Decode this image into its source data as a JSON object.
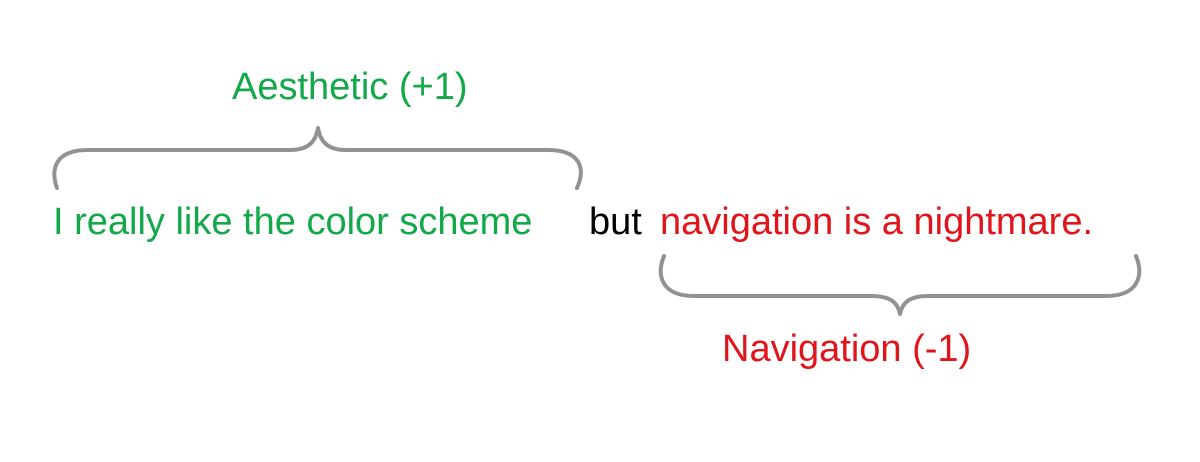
{
  "colors": {
    "positive": "#13a84a",
    "negative": "#e2141b",
    "neutral": "#000000",
    "brace": "#929292"
  },
  "annotations": {
    "top_label": "Aesthetic (+1)",
    "bottom_label": "Navigation (-1)"
  },
  "sentence": {
    "positive_span": "I really like the color scheme",
    "connector": "but",
    "negative_span": "navigation is a nightmare."
  }
}
